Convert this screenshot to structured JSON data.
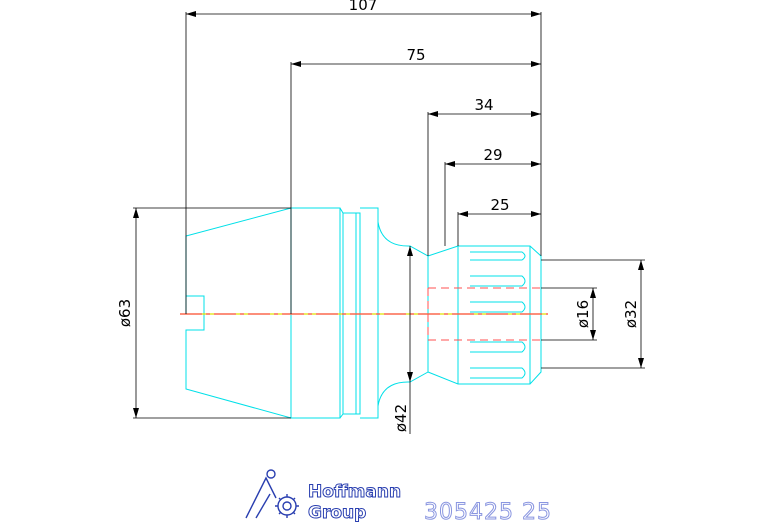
{
  "dimensions": {
    "overall_length": "107",
    "length_75": "75",
    "length_34": "34",
    "length_29": "29",
    "length_25": "25",
    "dia_63": "ø63",
    "dia_42": "ø42",
    "dia_16": "ø16",
    "dia_32": "ø32"
  },
  "brand": {
    "line1": "Hoffmann",
    "line2": "Group"
  },
  "part_number": "305425 25",
  "colors": {
    "part_outline": "#00e0e8",
    "centerline": "#ff5050",
    "axis": "#e0e000",
    "dimension": "#000000",
    "brand": "#2a3fb0",
    "part_number": "#8a96e0"
  }
}
